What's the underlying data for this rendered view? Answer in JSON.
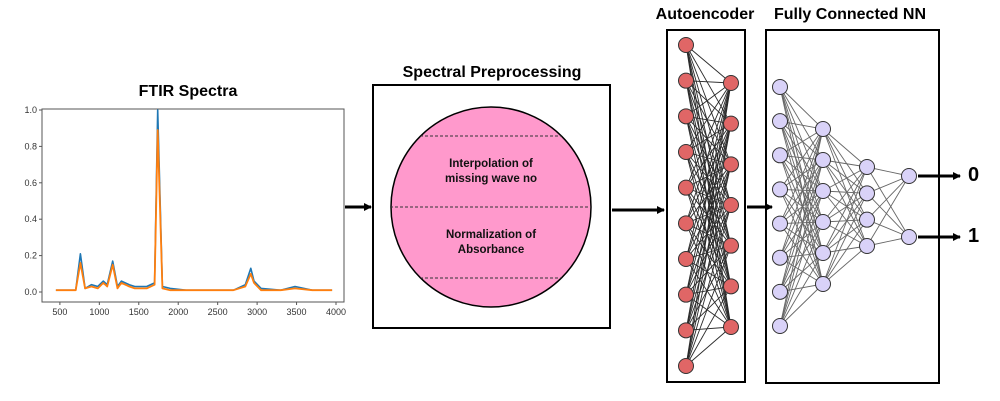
{
  "titles": {
    "ftir": "FTIR Spectra",
    "preprocessing": "Spectral Preprocessing",
    "autoencoder": "Autoencoder",
    "fcnn": "Fully Connected NN"
  },
  "preprocessing_steps": [
    "Interpolation of\nmissing wave no",
    "Normalization of\nAbsorbance"
  ],
  "outputs": [
    "0",
    "1"
  ],
  "colors": {
    "spectrum_blue": "#1f77b4",
    "spectrum_orange": "#ff7f0e",
    "circle_fill": "#ff99cc",
    "ae_node": "#e06666",
    "fc_node": "#d9d2f8"
  },
  "chart_data": {
    "type": "line",
    "title": "",
    "xlabel": "",
    "ylabel": "",
    "xlim": [
      400,
      4000
    ],
    "ylim": [
      0,
      1.0
    ],
    "xticks": [
      500,
      1000,
      1500,
      2000,
      2500,
      3000,
      3500,
      4000
    ],
    "yticks": [
      0.0,
      0.2,
      0.4,
      0.6,
      0.8,
      1.0
    ],
    "ytick_labels": [
      "0.0",
      "0.2",
      "0.4",
      "0.6",
      "0.8",
      "1.0"
    ],
    "grid": false,
    "series": [
      {
        "values_x": [
          450,
          700,
          760,
          820,
          900,
          980,
          1050,
          1100,
          1170,
          1230,
          1280,
          1380,
          1450,
          1600,
          1700,
          1740,
          1800,
          1900,
          2100,
          2350,
          2700,
          2850,
          2920,
          2960,
          3050,
          3300,
          3480,
          3700,
          3950
        ],
        "values_y": [
          0.01,
          0.01,
          0.21,
          0.02,
          0.04,
          0.03,
          0.06,
          0.04,
          0.17,
          0.03,
          0.06,
          0.04,
          0.03,
          0.03,
          0.05,
          1.0,
          0.03,
          0.02,
          0.01,
          0.01,
          0.01,
          0.04,
          0.13,
          0.06,
          0.02,
          0.01,
          0.03,
          0.01,
          0.01
        ]
      },
      {
        "values_x": [
          450,
          700,
          760,
          820,
          900,
          980,
          1050,
          1100,
          1170,
          1230,
          1280,
          1380,
          1450,
          1600,
          1700,
          1740,
          1800,
          1900,
          2100,
          2350,
          2700,
          2850,
          2920,
          2960,
          3050,
          3300,
          3480,
          3700,
          3950
        ],
        "values_y": [
          0.01,
          0.01,
          0.16,
          0.02,
          0.03,
          0.02,
          0.05,
          0.03,
          0.15,
          0.02,
          0.05,
          0.03,
          0.02,
          0.02,
          0.04,
          0.89,
          0.02,
          0.01,
          0.01,
          0.01,
          0.01,
          0.03,
          0.1,
          0.05,
          0.01,
          0.01,
          0.02,
          0.01,
          0.01
        ]
      }
    ]
  },
  "network": {
    "autoencoder_layers": [
      10,
      7
    ],
    "fcnn_layers": [
      8,
      6,
      4,
      2
    ]
  }
}
